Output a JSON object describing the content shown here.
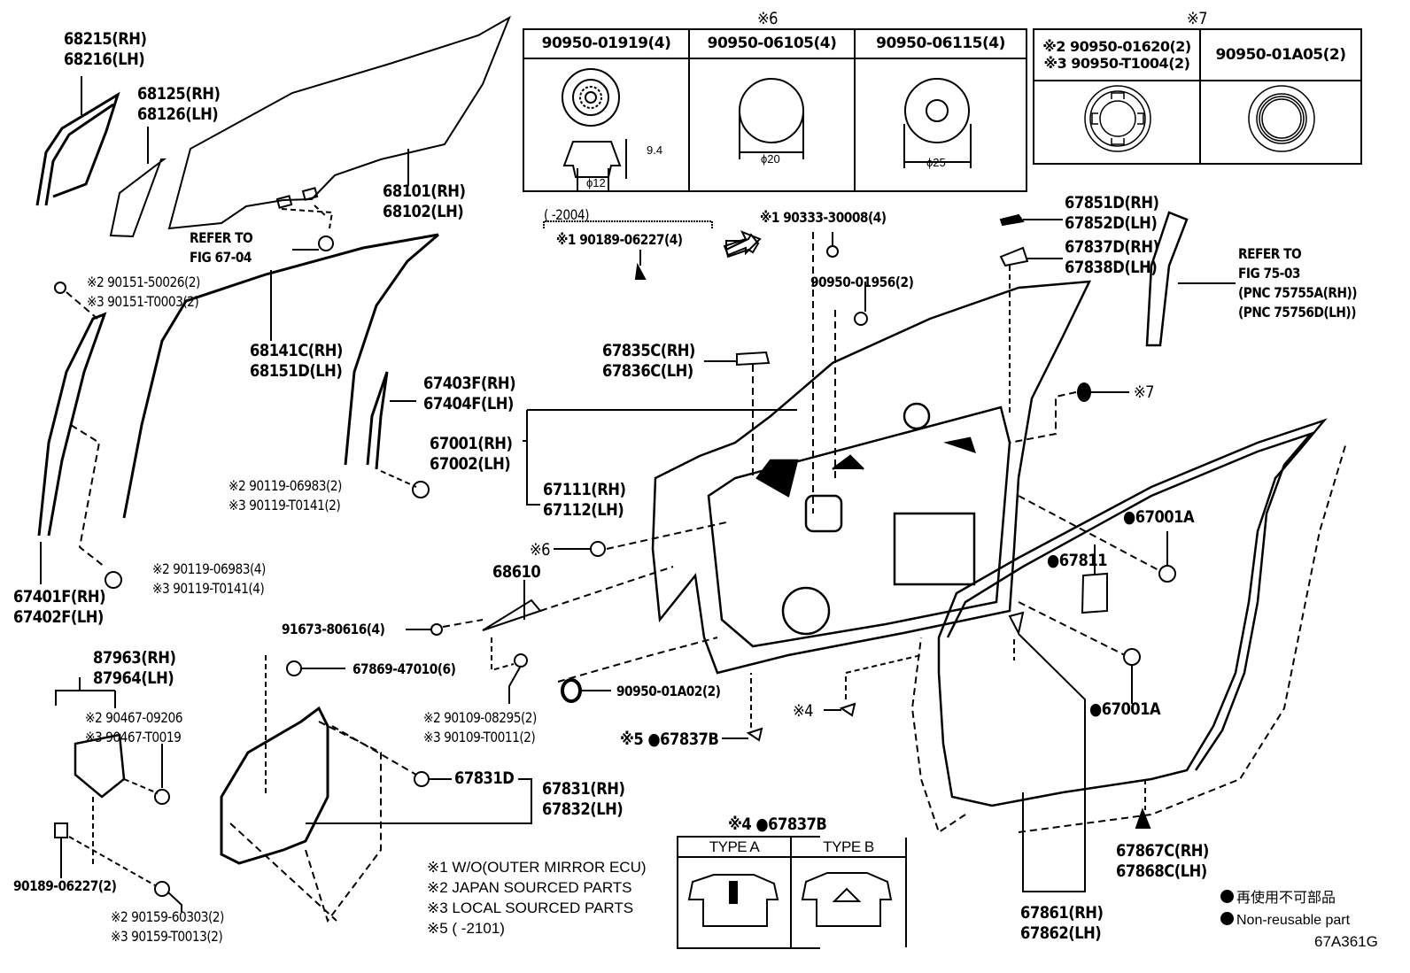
{
  "figure_code": "67A361G",
  "tables": {
    "note6": {
      "title": "※6",
      "columns": [
        {
          "part": "90950-01919(4)",
          "dims": [
            "9.4",
            "ϕ12"
          ]
        },
        {
          "part": "90950-06105(4)",
          "dims": [
            "ϕ20"
          ]
        },
        {
          "part": "90950-06115(4)",
          "dims": [
            "ϕ25"
          ]
        }
      ]
    },
    "note7": {
      "title": "※7",
      "columns": [
        {
          "part_lines": [
            "※2 90950-01620(2)",
            "※3 90950-T1004(2)"
          ]
        },
        {
          "part": "90950-01A05(2)"
        }
      ]
    },
    "note4": {
      "title": "※4 ●67837B",
      "columns": [
        {
          "type": "TYPE A"
        },
        {
          "type": "TYPE B"
        }
      ]
    }
  },
  "labels": {
    "p68215": [
      "68215(RH)",
      "68216(LH)"
    ],
    "p68125": [
      "68125(RH)",
      "68126(LH)"
    ],
    "p68101": [
      "68101(RH)",
      "68102(LH)"
    ],
    "refer6704": [
      "REFER TO",
      "FIG 67-04"
    ],
    "p90151": [
      "※2 90151-50026(2)",
      "※3 90151-T0003(2)"
    ],
    "p68141": [
      "68141C(RH)",
      "68151D(LH)"
    ],
    "p67403": [
      "67403F(RH)",
      "67404F(LH)"
    ],
    "p67001": [
      "67001(RH)",
      "67002(LH)"
    ],
    "p67111": [
      "67111(RH)",
      "67112(LH)"
    ],
    "p90119a": [
      "※2 90119-06983(2)",
      "※3 90119-T0141(2)"
    ],
    "p90119b": [
      "※2 90119-06983(4)",
      "※3 90119-T0141(4)"
    ],
    "p67401": [
      "67401F(RH)",
      "67402F(LH)"
    ],
    "bracket2004": "(       -2004)",
    "p90189_4": "※1 90189-06227(4)",
    "p90333": "※1 90333-30008(4)",
    "p90950_01956": "90950-01956(2)",
    "p67835": [
      "67835C(RH)",
      "67836C(LH)"
    ],
    "p67851": [
      "67851D(RH)",
      "67852D(LH)"
    ],
    "p67837D": [
      "67837D(RH)",
      "67838D(LH)"
    ],
    "refer7503": [
      "REFER TO",
      "FIG 75-03",
      "(PNC 75755A(RH))",
      "(PNC 75756D(LH))"
    ],
    "note7ref": "※7",
    "note6ref": "※6",
    "p68610": "68610",
    "p91673": "91673-80616(4)",
    "p67869": "67869-47010(6)",
    "p90109": [
      "※2 90109-08295(2)",
      "※3 90109-T0011(2)"
    ],
    "p90950_01A02": "90950-01A02(2)",
    "p67837B_5": "※5 ●67837B",
    "p4ref": "※4",
    "p67001A_top": "●67001A",
    "p67811": "●67811",
    "p67001A_bot": "●67001A",
    "p87963": [
      "87963(RH)",
      "87964(LH)"
    ],
    "p90467": [
      "※2 90467-09206",
      "※3 90467-T0019"
    ],
    "p90189_2": "90189-06227(2)",
    "p90159": [
      "※2 90159-60303(2)",
      "※3 90159-T0013(2)"
    ],
    "p67831D": "67831D",
    "p67831": [
      "67831(RH)",
      "67832(LH)"
    ],
    "p67867": [
      "67867C(RH)",
      "67868C(LH)"
    ],
    "p67861": [
      "67861(RH)",
      "67862(LH)"
    ]
  },
  "footnotes": [
    "※1 W/O(OUTER MIRROR ECU)",
    "※2 JAPAN SOURCED PARTS",
    "※3 LOCAL SOURCED PARTS",
    "※5 (        -2101)"
  ],
  "legend": [
    {
      "symbol": "filled-circle",
      "text": "再使用不可部品"
    },
    {
      "symbol": "filled-circle",
      "text": "Non-reusable part"
    }
  ]
}
